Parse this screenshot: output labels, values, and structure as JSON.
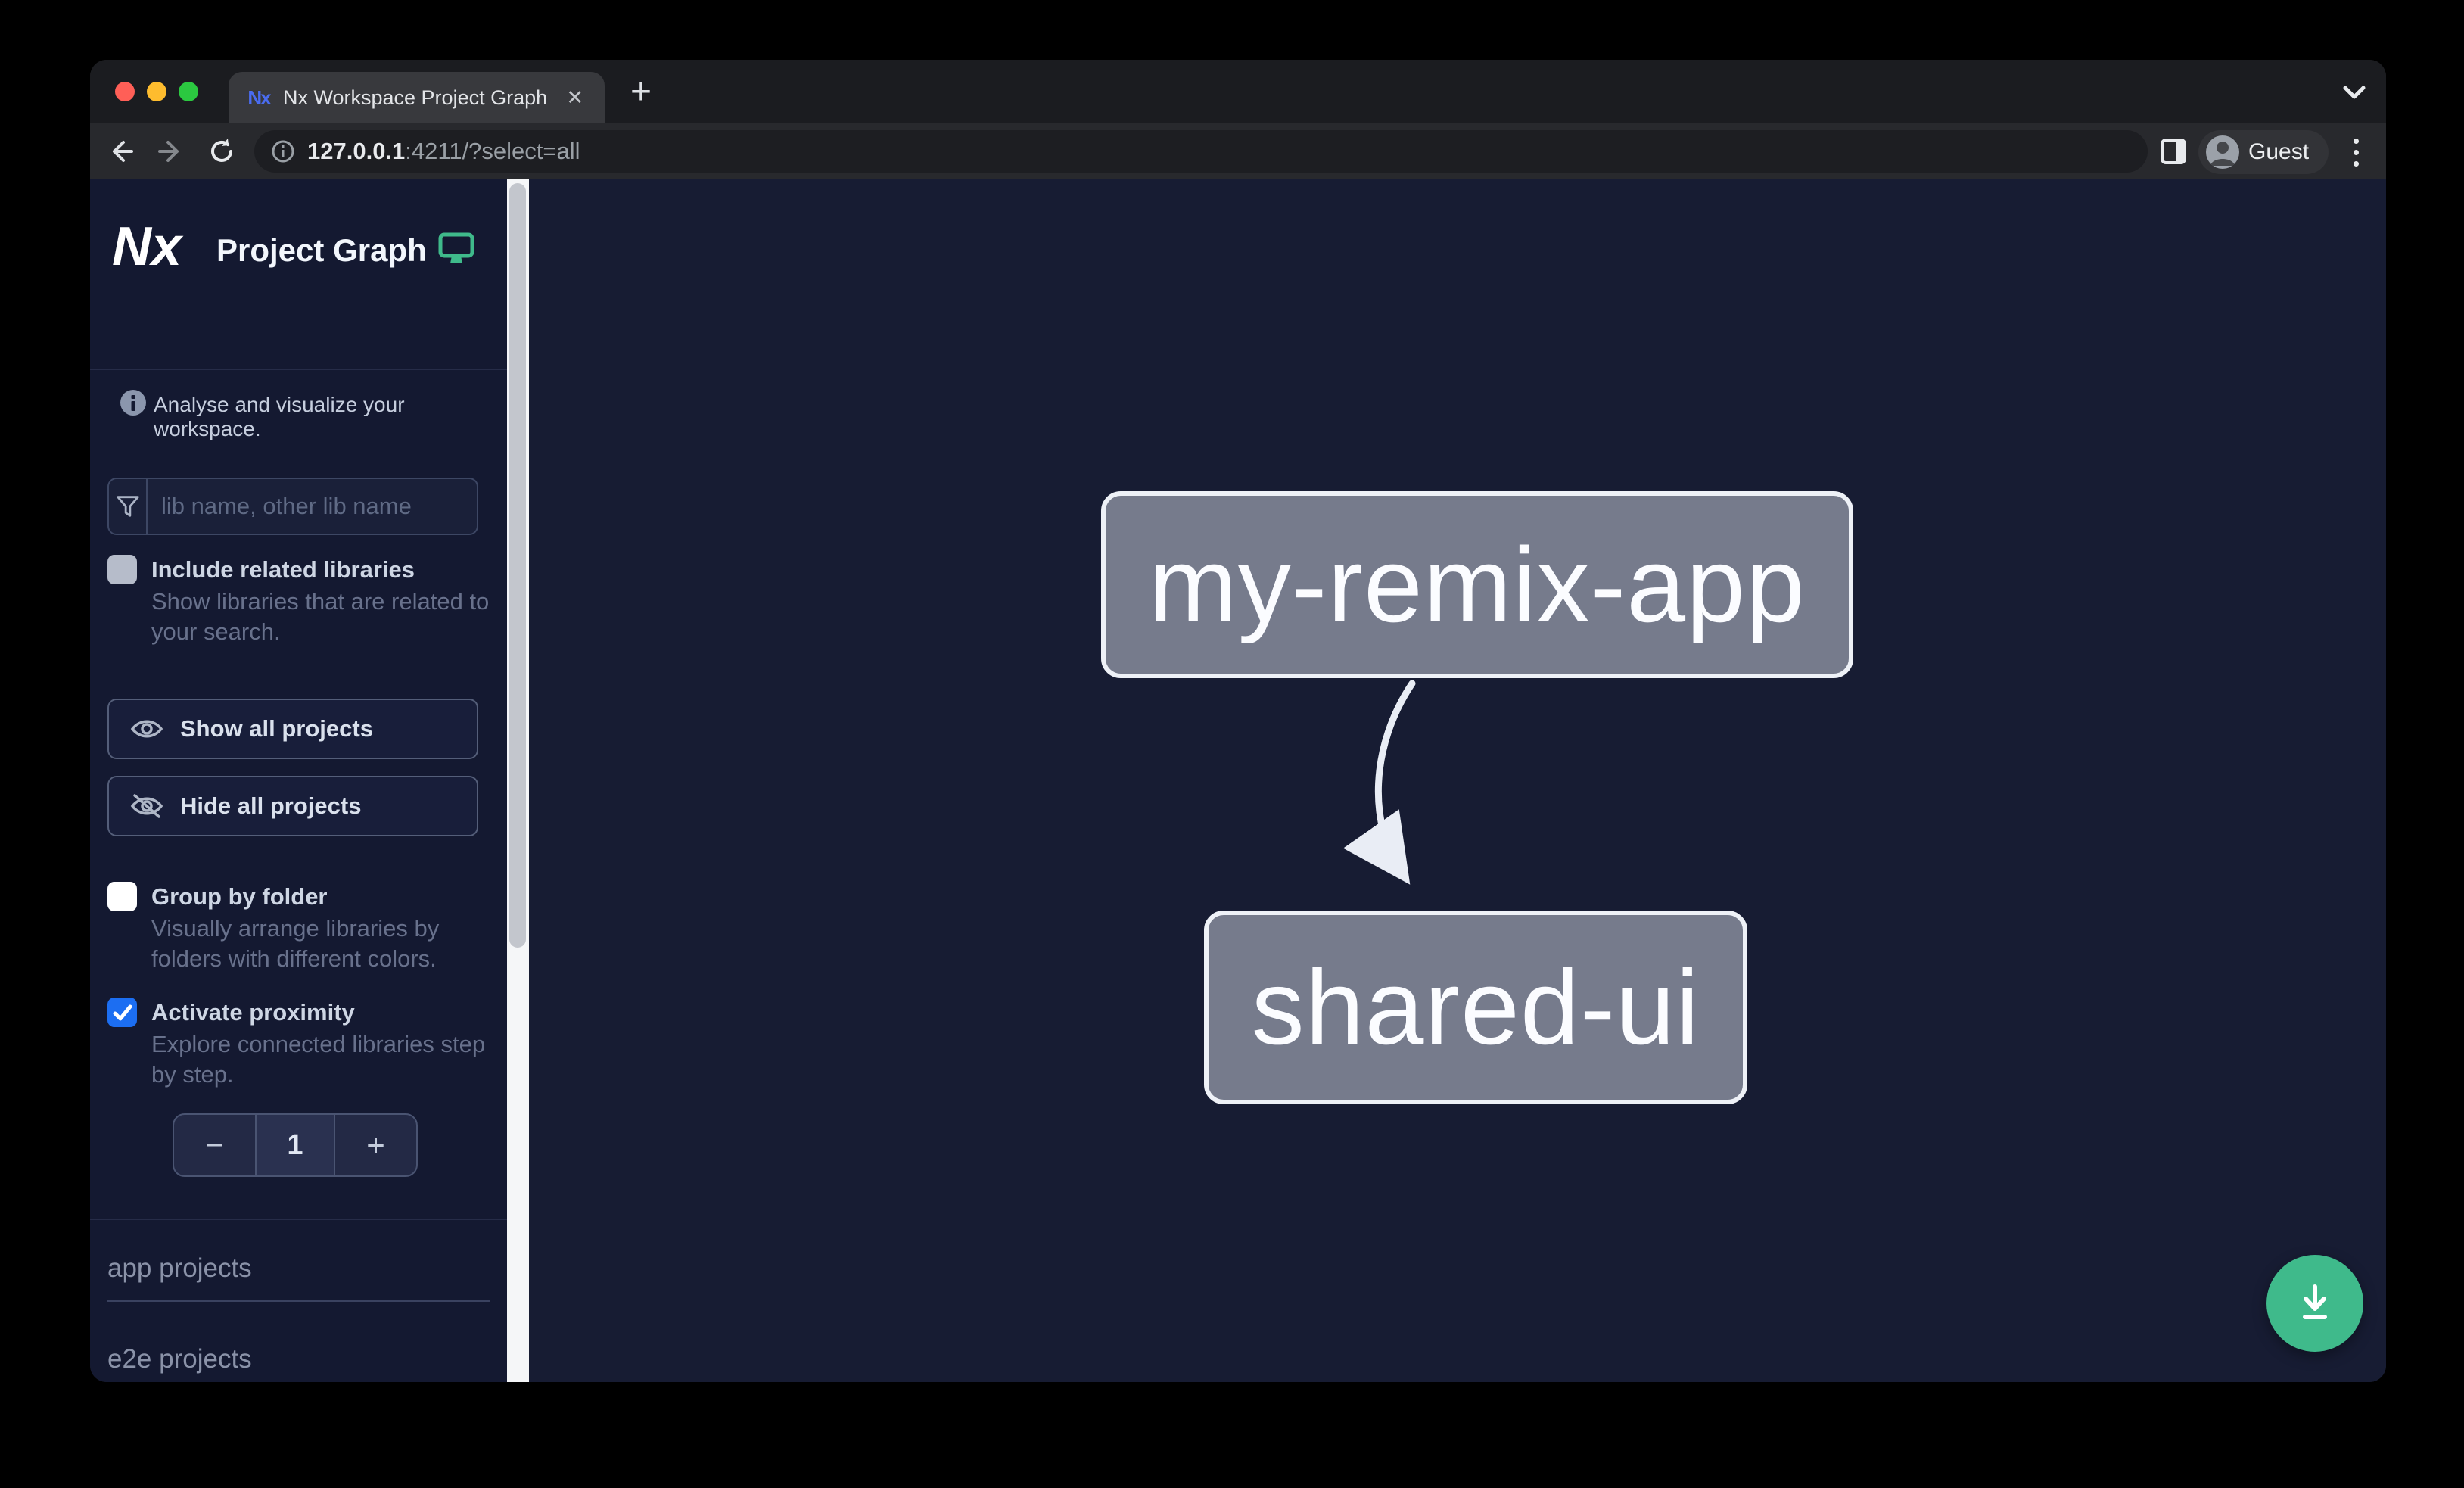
{
  "browser": {
    "tab_title": "Nx Workspace Project Graph",
    "favicon_text": "Nx",
    "icons": {
      "close_tab": "✕",
      "new_tab": "+"
    },
    "url_host": "127.0.0.1",
    "url_path": ":4211/?select=all",
    "profile_label": "Guest"
  },
  "sidebar": {
    "logo_text": "Nx",
    "title": "Project Graph",
    "tagline": "Analyse and visualize your workspace.",
    "search": {
      "placeholder": "lib name, other lib name"
    },
    "include_related": {
      "label": "Include related libraries",
      "description": "Show libraries that are related to your search.",
      "checked": false
    },
    "actions": {
      "show_all": "Show all projects",
      "hide_all": "Hide all projects"
    },
    "group_by_folder": {
      "label": "Group by folder",
      "description": "Visually arrange libraries by folders with different colors.",
      "checked": false
    },
    "activate_proximity": {
      "label": "Activate proximity",
      "description": "Explore connected libraries step by step.",
      "checked": true
    },
    "proximity_stepper": {
      "decrement": "−",
      "value": "1",
      "increment": "+"
    },
    "sections": [
      {
        "label": "app projects"
      },
      {
        "label": "e2e projects"
      }
    ]
  },
  "graph": {
    "nodes": [
      {
        "label": "my-remix-app"
      },
      {
        "label": "shared-ui"
      }
    ],
    "edges": [
      {
        "from": "my-remix-app",
        "to": "shared-ui"
      }
    ]
  },
  "colors": {
    "accent_green": "#3fba8b",
    "proximity_blue": "#1c6ef2",
    "node_fill": "#767b8c",
    "node_border": "#eef1f7",
    "canvas_bg": "#171c33",
    "sidebar_bg": "#141931"
  }
}
